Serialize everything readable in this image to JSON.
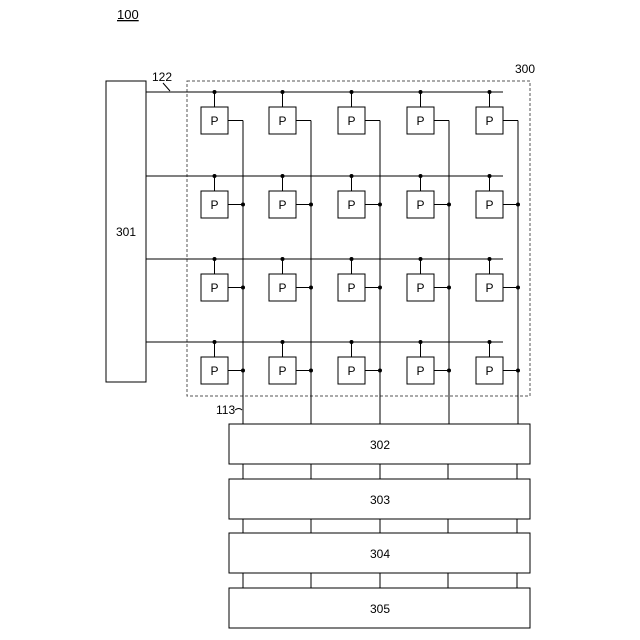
{
  "figure": {
    "title": "100",
    "labels": {
      "array": "300",
      "row_line": "122",
      "column_line": "113"
    },
    "pixel_label": "P",
    "rows": 4,
    "columns": 5,
    "blocks": {
      "row_driver": "301",
      "circuit_1": "302",
      "circuit_2": "303",
      "circuit_3": "304",
      "circuit_4": "305"
    }
  }
}
